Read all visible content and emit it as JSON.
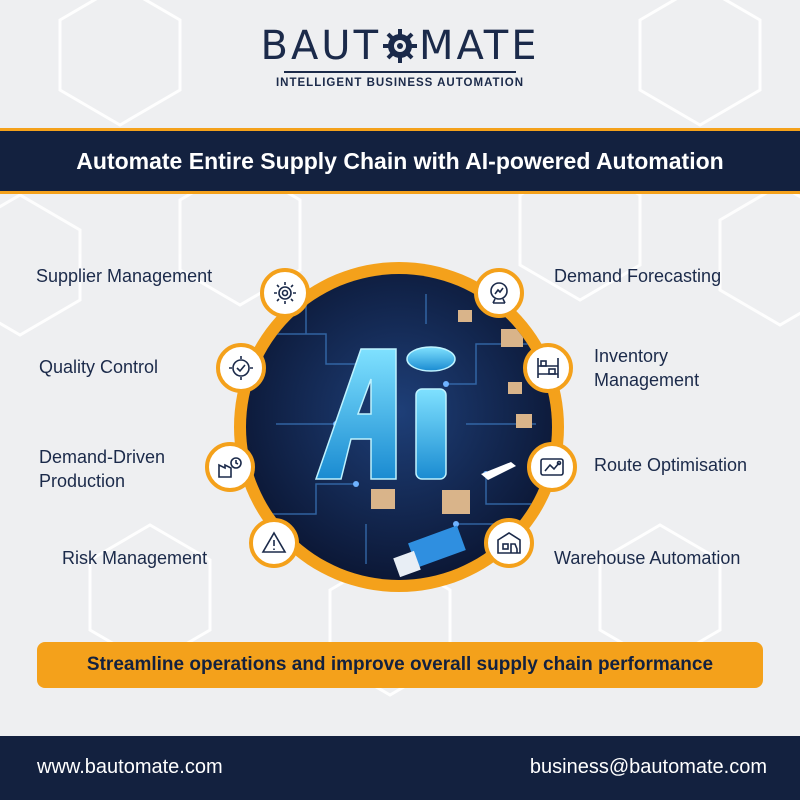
{
  "logo": {
    "brand_part1": "BAUT",
    "brand_part2": "MATE",
    "tagline": "INTELLIGENT BUSINESS AUTOMATION"
  },
  "headline": "Automate Entire Supply Chain with AI-powered Automation",
  "features_left": [
    {
      "label": "Supplier Management",
      "icon": "gear-cog-icon"
    },
    {
      "label": "Quality Control",
      "icon": "quality-check-gear-icon"
    },
    {
      "label_line1": "Demand-Driven",
      "label_line2": "Production",
      "icon": "factory-clock-icon"
    },
    {
      "label": "Risk Management",
      "icon": "warning-triangle-icon"
    }
  ],
  "features_right": [
    {
      "label": "Demand Forecasting",
      "icon": "crystal-ball-chart-icon"
    },
    {
      "label_line1": "Inventory",
      "label_line2": "Management",
      "icon": "shelves-boxes-icon"
    },
    {
      "label": "Route Optimisation",
      "icon": "map-route-icon"
    },
    {
      "label": "Warehouse Automation",
      "icon": "warehouse-forklift-icon"
    }
  ],
  "center_image": {
    "text": "AI",
    "icon": "ai-circuit-illustration"
  },
  "banner": "Streamline operations and improve overall supply chain performance",
  "footer": {
    "website": "www.bautomate.com",
    "email": "business@bautomate.com"
  },
  "colors": {
    "navy": "#13213f",
    "orange": "#f4a11b",
    "background": "#eeeff1"
  }
}
